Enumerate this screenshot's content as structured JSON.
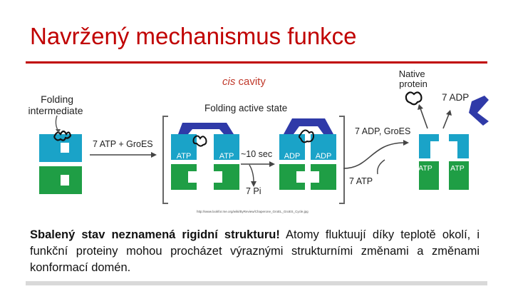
{
  "slide": {
    "title": "Navržený mechanismus funkce",
    "body_bold": "Sbalený stav neznamená rigidní strukturu!",
    "body_rest": " Atomy fluktuují díky teplotě okolí, i funkční proteiny mohou procházet výraznými strukturními změnami a změnami konformací domén."
  },
  "diagram": {
    "cis_italic": "cis",
    "cis_rest": " cavity",
    "native_line1": "Native",
    "native_line2": "protein",
    "folding_line1": "Folding",
    "folding_line2": "intermediate",
    "active_state": "Folding active state",
    "atp_groes": "7 ATP + GroES",
    "time": "~10 sec",
    "pi": "7 Pi",
    "adp_groes": "7 ADP, GroES",
    "atp_in": "7 ATP",
    "adp_out": "7 ADP",
    "atp": "ATP",
    "adp": "ADP",
    "source": "http://www.lookfor.me.org/wiki/ByReview/Chaperone_GroEL_GroES_Cycle.jpg"
  },
  "colors": {
    "title": "#c00000",
    "cyan": "#1aa3c8",
    "green": "#1f9e45",
    "navy": "#2f3aa8"
  }
}
